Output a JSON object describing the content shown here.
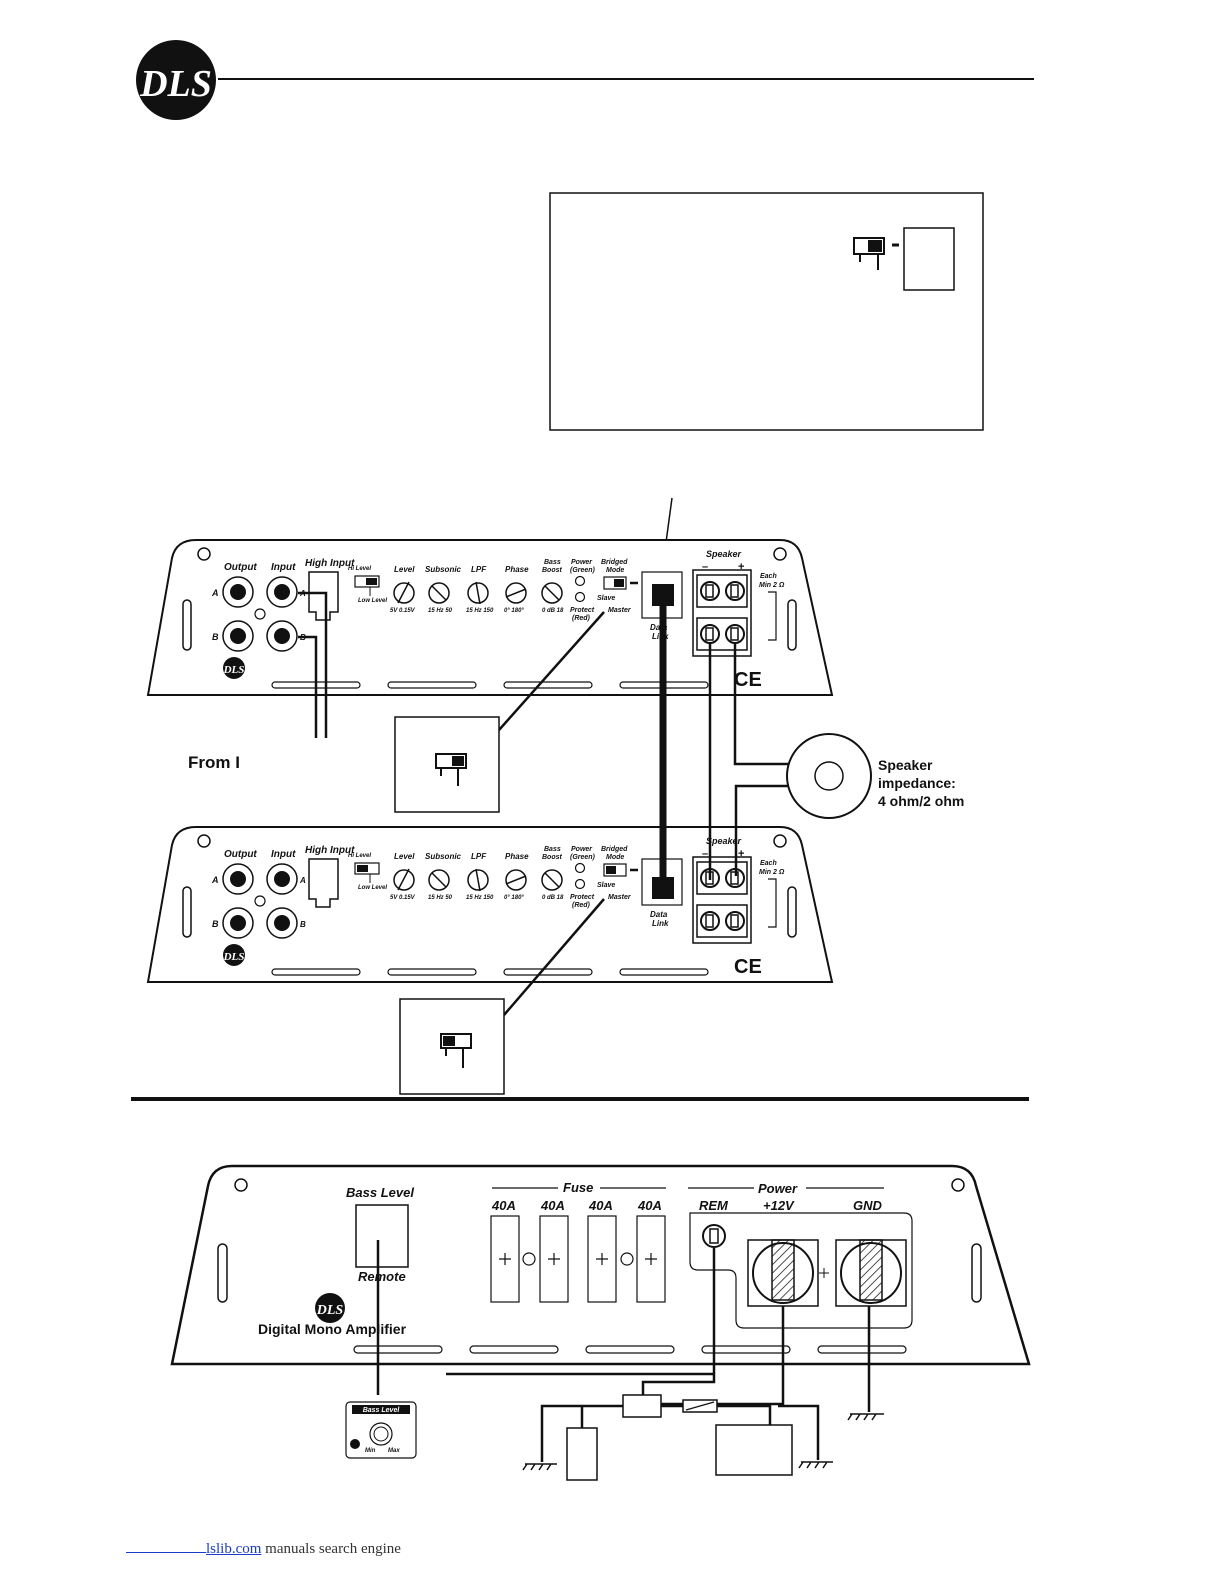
{
  "brand": {
    "logo_text": "DLS"
  },
  "amp": {
    "output": "Output",
    "input": "Input",
    "high_input": "High Input",
    "hi_level": "Hi Level",
    "low_level": "Low Level",
    "level": "Level",
    "subsonic": "Subsonic",
    "lpf": "LPF",
    "phase": "Phase",
    "bass_boost_1": "Bass",
    "bass_boost_2": "Boost",
    "power_1": "Power",
    "power_2": "(Green)",
    "protect_1": "Protect",
    "protect_2": "(Red)",
    "bridged_1": "Bridged",
    "bridged_2": "Mode",
    "slave": "Slave",
    "master": "Master",
    "data_1": "Data",
    "data_2": "Link",
    "speaker": "Speaker",
    "each_1": "Each",
    "each_2": "Min 2 Ω",
    "ch_a": "A",
    "ch_b": "B",
    "minus": "–",
    "plus": "+",
    "level_range": "5V   0.15V",
    "subsonic_range": "15  Hz  50",
    "lpf_range": "15  Hz  150",
    "phase_range": "0°    180°",
    "bass_range": "0   dB  18",
    "ce": "CE"
  },
  "labels": {
    "from": "From I",
    "speaker_imp_1": "Speaker",
    "speaker_imp_2": "impedance:",
    "speaker_imp_3": "4 ohm/2 ohm"
  },
  "bottom_amp": {
    "bass_level": "Bass Level",
    "remote": "Remote",
    "fuse": "Fuse",
    "fuse_values": [
      "40A",
      "40A",
      "40A",
      "40A"
    ],
    "power": "Power",
    "rem": "REM",
    "plus12v": "+12V",
    "gnd": "GND",
    "model": "Digital Mono Amplifier"
  },
  "remote_unit": {
    "title": "Bass Level",
    "min": "Min",
    "max": "Max"
  },
  "footer": {
    "link": "lslib.com",
    "text": "manuals search engine"
  }
}
